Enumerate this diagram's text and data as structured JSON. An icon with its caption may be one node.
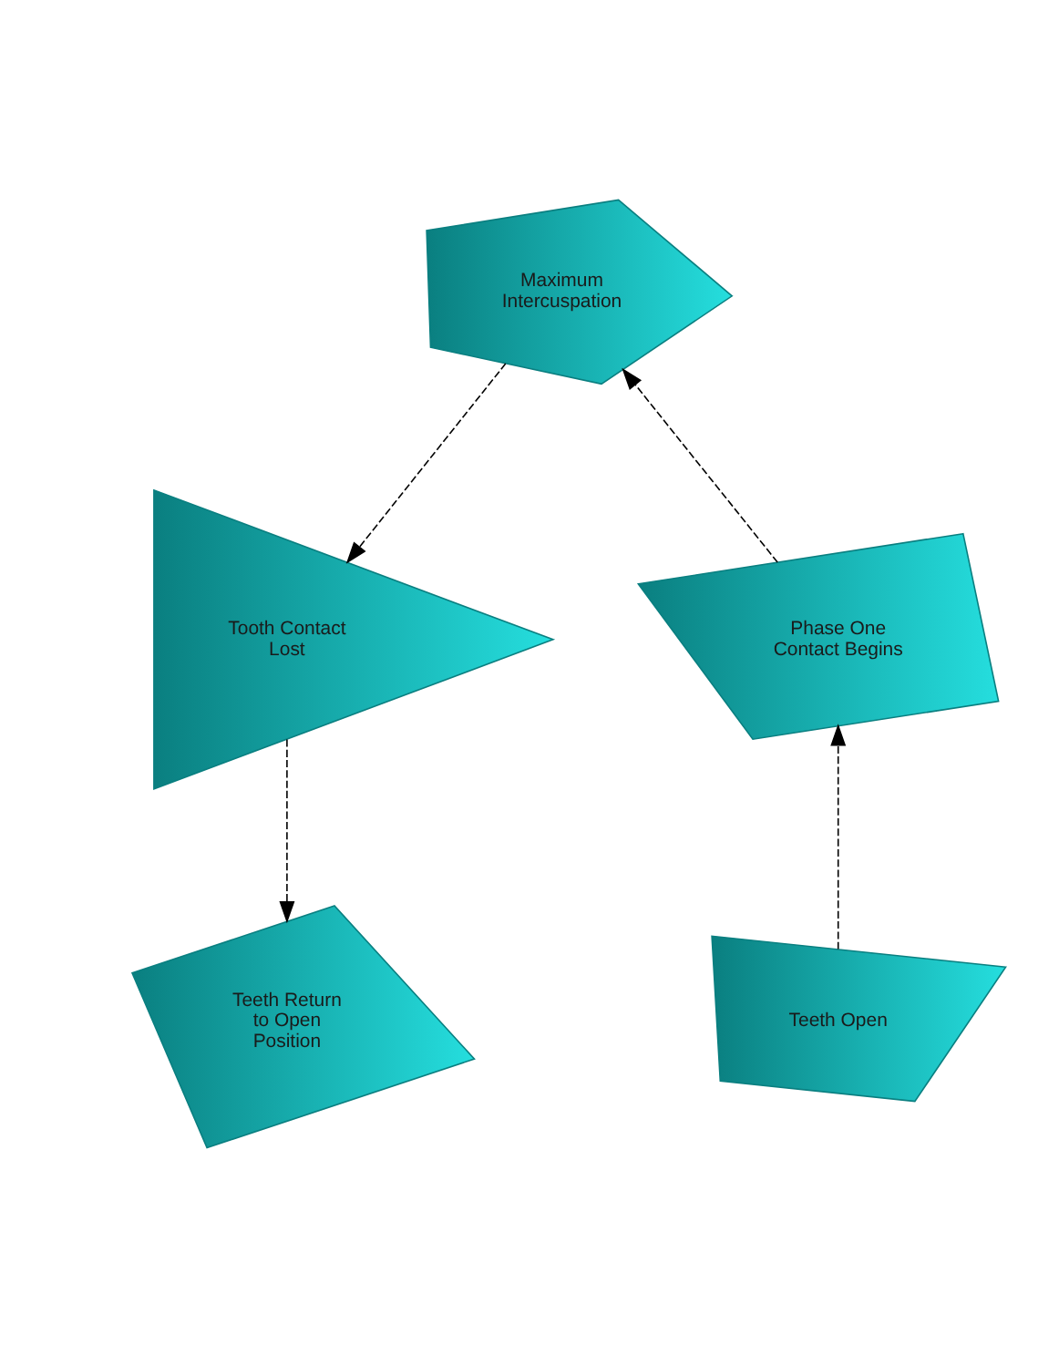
{
  "diagram": {
    "nodes": [
      {
        "text": [
          "Maximum Intercuspation"
        ]
      },
      {
        "text": [
          "Tooth Contact Lost"
        ]
      },
      {
        "text": [
          "Phase One Contact Begins"
        ]
      },
      {
        "text": [
          "Teeth Open"
        ]
      },
      {
        "text": [
          "Teeth Return to Open Position"
        ]
      }
    ],
    "edges": [
      {
        "from": 2,
        "to": 0,
        "arrow": "to",
        "style": "dashed"
      },
      {
        "from": 0,
        "to": 1,
        "arrow": "to",
        "style": "dashed"
      },
      {
        "from": 1,
        "to": 4,
        "arrow": "to",
        "style": "dashed"
      },
      {
        "from": 3,
        "to": 2,
        "arrow": "to",
        "style": "dashed"
      }
    ]
  }
}
